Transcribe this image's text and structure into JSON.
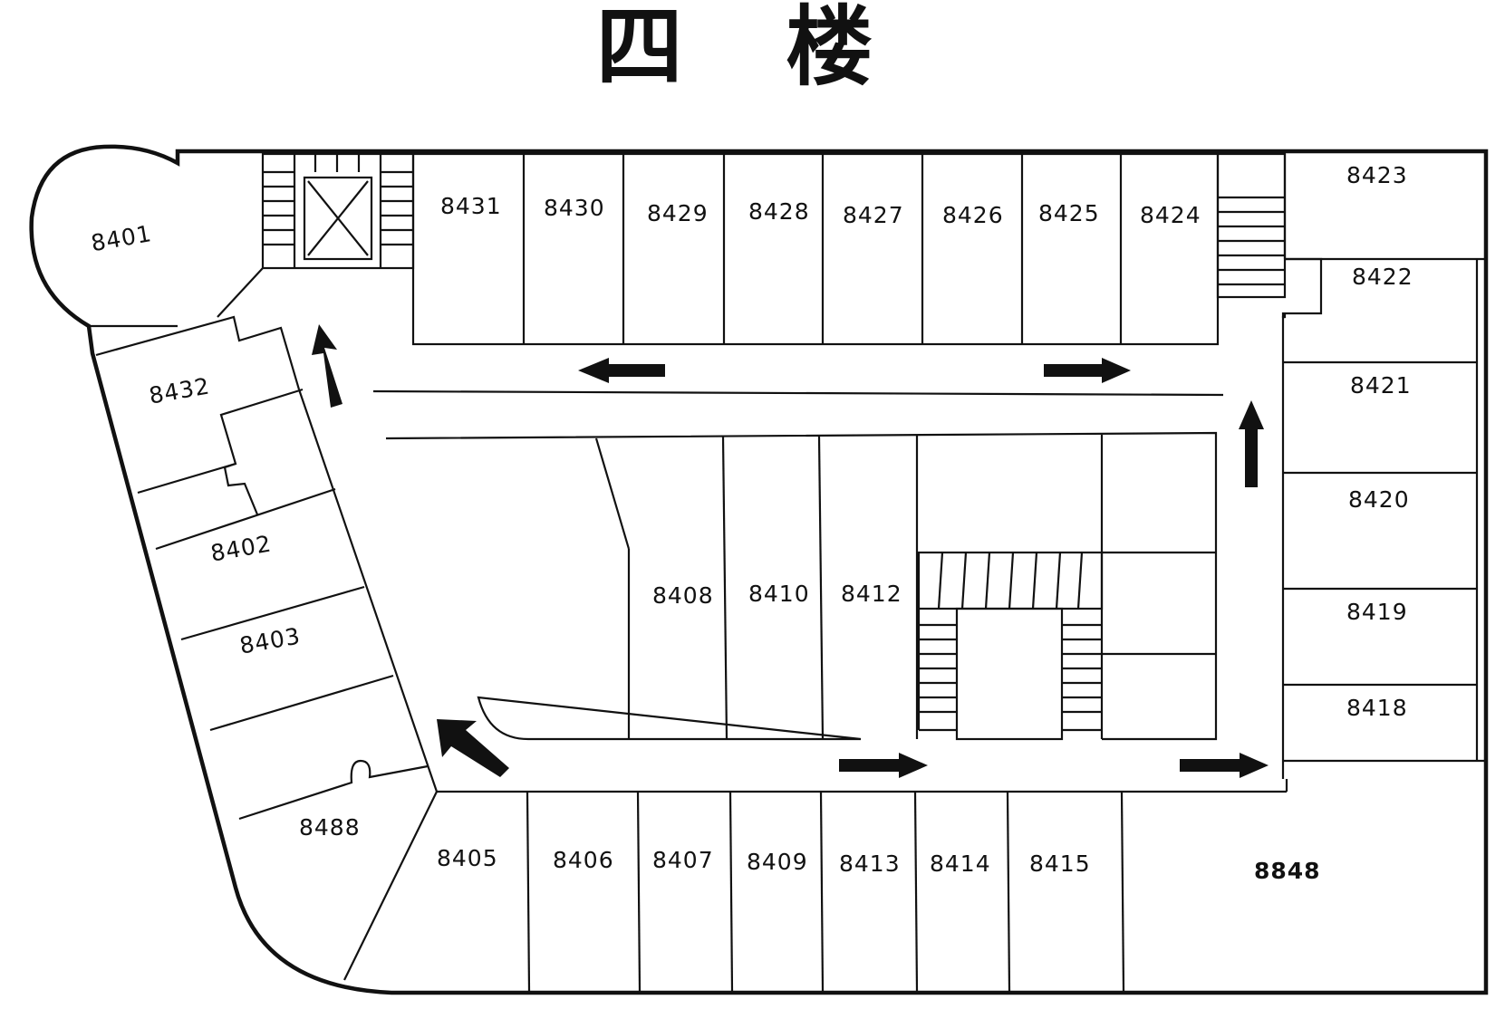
{
  "title": "四 楼",
  "rooms": [
    {
      "id": "8401",
      "label": "8401"
    },
    {
      "id": "8402",
      "label": "8402"
    },
    {
      "id": "8403",
      "label": "8403"
    },
    {
      "id": "8405",
      "label": "8405"
    },
    {
      "id": "8406",
      "label": "8406"
    },
    {
      "id": "8407",
      "label": "8407"
    },
    {
      "id": "8408",
      "label": "8408"
    },
    {
      "id": "8409",
      "label": "8409"
    },
    {
      "id": "8410",
      "label": "8410"
    },
    {
      "id": "8412",
      "label": "8412"
    },
    {
      "id": "8413",
      "label": "8413"
    },
    {
      "id": "8414",
      "label": "8414"
    },
    {
      "id": "8415",
      "label": "8415"
    },
    {
      "id": "8418",
      "label": "8418"
    },
    {
      "id": "8419",
      "label": "8419"
    },
    {
      "id": "8420",
      "label": "8420"
    },
    {
      "id": "8421",
      "label": "8421"
    },
    {
      "id": "8422",
      "label": "8422"
    },
    {
      "id": "8423",
      "label": "8423"
    },
    {
      "id": "8424",
      "label": "8424"
    },
    {
      "id": "8425",
      "label": "8425"
    },
    {
      "id": "8426",
      "label": "8426"
    },
    {
      "id": "8427",
      "label": "8427"
    },
    {
      "id": "8428",
      "label": "8428"
    },
    {
      "id": "8429",
      "label": "8429"
    },
    {
      "id": "8430",
      "label": "8430"
    },
    {
      "id": "8431",
      "label": "8431"
    },
    {
      "id": "8432",
      "label": "8432"
    },
    {
      "id": "8488",
      "label": "8488"
    },
    {
      "id": "8848",
      "label": "8848"
    }
  ],
  "arrow_directions": [
    "left",
    "right",
    "up",
    "up",
    "up-left",
    "right",
    "right"
  ]
}
